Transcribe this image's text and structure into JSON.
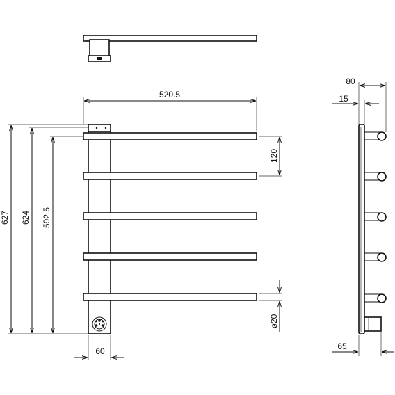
{
  "dimensions": {
    "overall_width": "520.5",
    "bar_spacing": "120",
    "total_height_1": "627",
    "total_height_2": "624",
    "total_height_3": "592.5",
    "column_width": "60",
    "bar_diameter": "ø20",
    "side_depth": "80",
    "side_offset": "15",
    "side_base": "65"
  }
}
